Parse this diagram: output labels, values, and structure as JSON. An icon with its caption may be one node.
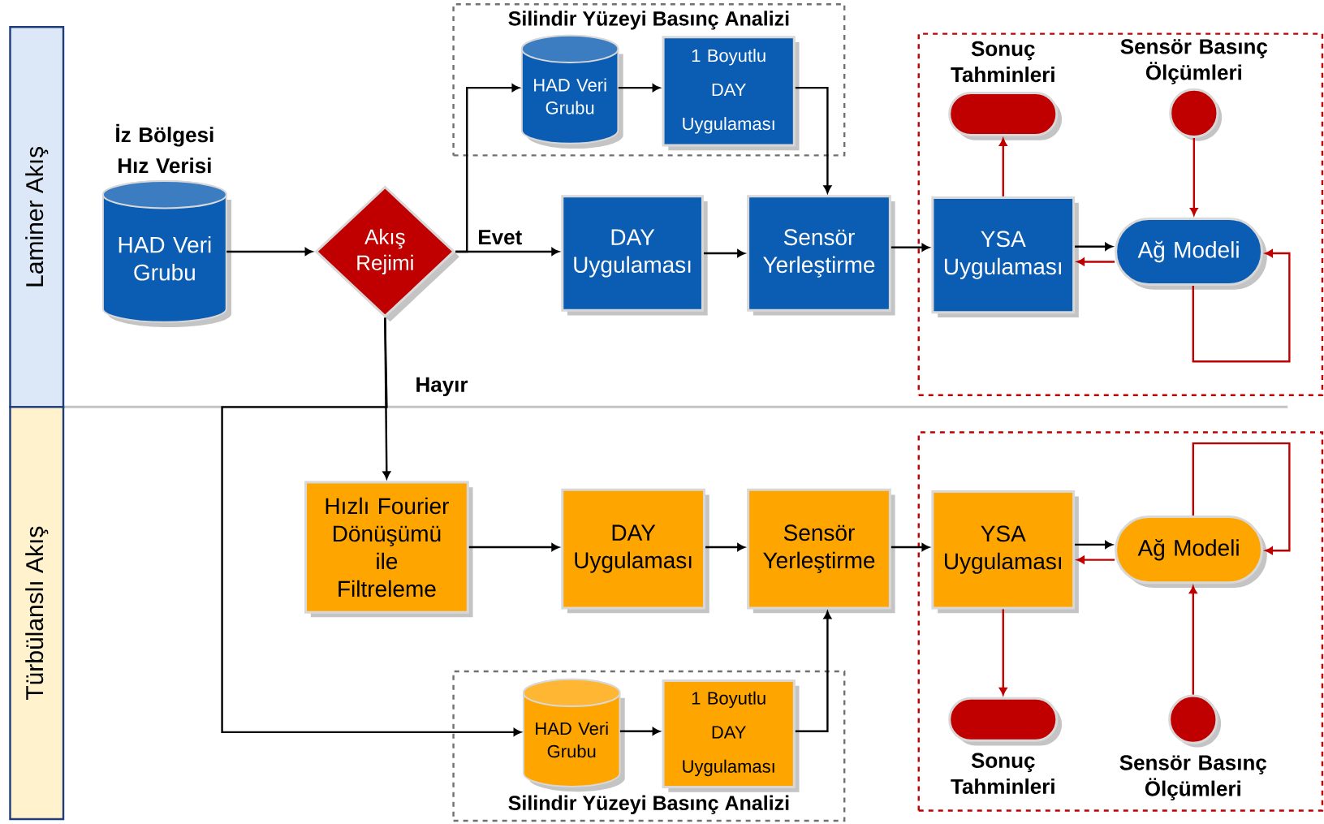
{
  "diagram": {
    "nodes": [
      {
        "text": [
          "Laminer Akış"
        ]
      },
      {
        "text": [
          "Türbülanslı Akış"
        ]
      },
      {
        "text": [
          "Silindir Yüzeyi Basınç Analizi"
        ]
      },
      {
        "text": [
          "HAD Veri Grubu"
        ],
        "in": 2
      },
      {
        "text": [
          "1 Boyutlu DAY Uygulaması"
        ],
        "in": 2
      },
      {
        "text": [
          "İz Bölgesi Hız Verisi",
          "HAD Veri Grubu"
        ]
      },
      {
        "text": [
          "Akış Rejimi"
        ]
      },
      {
        "text": [
          "DAY Uygulaması"
        ]
      },
      {
        "text": [
          "Sensör Yerleştirme"
        ]
      },
      {
        "text": [],
        "shape": "box"
      },
      {
        "text": [
          "Sonuç Tahminleri"
        ],
        "in": 9
      },
      {
        "text": [
          "Sensör Basınç Ölçümleri"
        ],
        "in": 9
      },
      {
        "text": [
          "YSA Uygulaması"
        ],
        "in": 9
      },
      {
        "text": [
          "Ağ Modeli"
        ],
        "in": 9
      },
      {
        "text": [
          "Hızlı Fourier Dönüşümü ile Filtreleme"
        ]
      },
      {
        "text": [
          "DAY Uygulaması"
        ]
      },
      {
        "text": [
          "Sensör Yerleştirme"
        ]
      },
      {
        "text": [],
        "shape": "box"
      },
      {
        "text": [
          "YSA Uygulaması"
        ],
        "in": 17
      },
      {
        "text": [
          "Ağ Modeli"
        ],
        "in": 17
      },
      {
        "text": [
          "Sonuç Tahminleri"
        ],
        "in": 17
      },
      {
        "text": [
          "Sensör Basınç Ölçümleri"
        ],
        "in": 17
      },
      {
        "text": [
          "Silindir Yüzeyi Basınç Analizi"
        ]
      },
      {
        "text": [
          "HAD Veri Grubu"
        ],
        "in": 22
      },
      {
        "text": [
          "1 Boyutlu DAY Uygulaması"
        ],
        "in": 22
      }
    ],
    "edges": [
      {
        "from": 5,
        "to": 6,
        "arrow": "to"
      },
      {
        "from": 6,
        "to": 7,
        "arrow": "to",
        "label": "Evet"
      },
      {
        "from": 6,
        "to": 3,
        "arrow": "to"
      },
      {
        "from": 3,
        "to": 4,
        "arrow": "to"
      },
      {
        "from": 4,
        "to": 8,
        "arrow": "to"
      },
      {
        "from": 7,
        "to": 8,
        "arrow": "to"
      },
      {
        "from": 8,
        "to": 12,
        "arrow": "to"
      },
      {
        "from": 12,
        "to": 13,
        "arrow": "to"
      },
      {
        "from": 13,
        "to": 12,
        "arrow": "to",
        "color": "#c00000"
      },
      {
        "from": 12,
        "to": 10,
        "arrow": "to",
        "color": "#c00000"
      },
      {
        "from": 11,
        "to": 13,
        "arrow": "to",
        "color": "#c00000"
      },
      {
        "from": 13,
        "to": 13,
        "arrow": "to",
        "color": "#c00000"
      },
      {
        "from": 6,
        "to": 14,
        "arrow": "to",
        "label": "Hayır"
      },
      {
        "from": 6,
        "to": 23,
        "arrow": "to"
      },
      {
        "from": 14,
        "to": 15,
        "arrow": "to"
      },
      {
        "from": 15,
        "to": 16,
        "arrow": "to"
      },
      {
        "from": 23,
        "to": 24,
        "arrow": "to"
      },
      {
        "from": 24,
        "to": 16,
        "arrow": "to"
      },
      {
        "from": 16,
        "to": 18,
        "arrow": "to"
      },
      {
        "from": 18,
        "to": 19,
        "arrow": "to"
      },
      {
        "from": 19,
        "to": 18,
        "arrow": "to",
        "color": "#c00000"
      },
      {
        "from": 18,
        "to": 20,
        "arrow": "to",
        "color": "#c00000"
      },
      {
        "from": 21,
        "to": 19,
        "arrow": "to",
        "color": "#c00000"
      },
      {
        "from": 19,
        "to": 19,
        "arrow": "to",
        "color": "#c00000"
      }
    ]
  }
}
